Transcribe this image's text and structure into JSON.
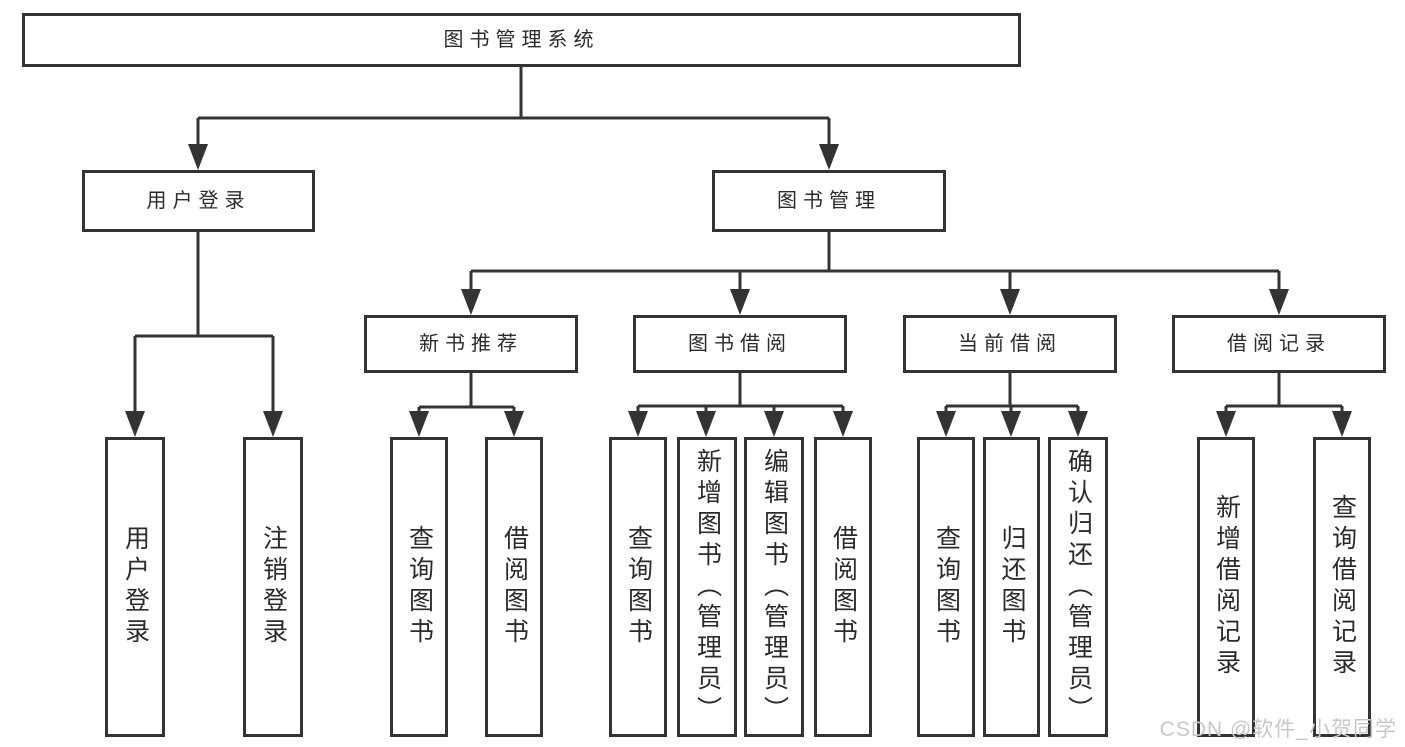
{
  "diagram": {
    "root": {
      "label": "图书管理系统"
    },
    "branches": [
      {
        "label": "用户登录",
        "children": [
          {
            "label": "用户登录"
          },
          {
            "label": "注销登录"
          }
        ]
      },
      {
        "label": "图书管理",
        "children": [
          {
            "label": "新书推荐",
            "children": [
              {
                "label": "查询图书"
              },
              {
                "label": "借阅图书"
              }
            ]
          },
          {
            "label": "图书借阅",
            "children": [
              {
                "label": "查询图书"
              },
              {
                "label": "新增图书（管理员）"
              },
              {
                "label": "编辑图书（管理员）"
              },
              {
                "label": "借阅图书"
              }
            ]
          },
          {
            "label": "当前借阅",
            "children": [
              {
                "label": "查询图书"
              },
              {
                "label": "归还图书"
              },
              {
                "label": "确认归还（管理员）"
              }
            ]
          },
          {
            "label": "借阅记录",
            "children": [
              {
                "label": "新增借阅记录"
              },
              {
                "label": "查询借阅记录"
              }
            ]
          }
        ]
      }
    ]
  },
  "watermark": {
    "text": "CSDN @软件_小贺同学"
  },
  "colors": {
    "line_color": "#333333",
    "text_color": "#2b2b2b",
    "box_background": "#ffffff",
    "page_background": "#ffffff",
    "watermark_color": "#c8c8c8"
  }
}
